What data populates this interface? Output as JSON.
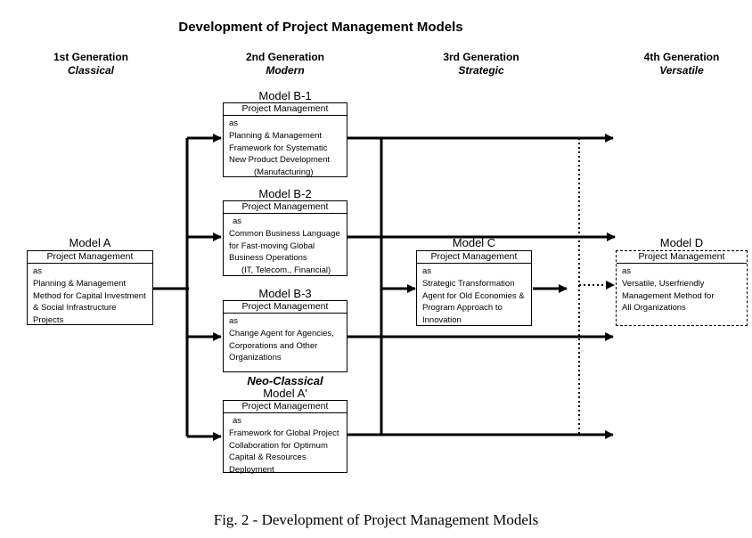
{
  "title": "Development of Project Management Models",
  "caption": "Fig. 2 - Development of Project Management Models",
  "generations": [
    {
      "name": "1st Generation",
      "sub": "Classical"
    },
    {
      "name": "2nd Generation",
      "sub": "Modern"
    },
    {
      "name": "3rd Generation",
      "sub": "Strategic"
    },
    {
      "name": "4th Generation",
      "sub": "Versatile"
    }
  ],
  "models": {
    "a": {
      "label": "Model A",
      "header": "Project Management",
      "lines": [
        "as",
        "Planning & Management",
        "Method for Capital Investment",
        "& Social Infrastructure",
        "Projects"
      ]
    },
    "b1": {
      "label": "Model B-1",
      "header": "Project Management",
      "lines": [
        "as",
        "Planning & Management",
        "Framework for Systematic",
        "New Product Development",
        "(Manufacturing)"
      ]
    },
    "b2": {
      "label": "Model B-2",
      "header": "Project Management",
      "lines": [
        "as",
        "Common Business Language",
        "for Fast-moving Global",
        "Business Operations",
        "(IT, Telecom., Financial)"
      ]
    },
    "b3": {
      "label": "Model B-3",
      "header": "Project Management",
      "lines": [
        "as",
        "Change Agent for Agencies,",
        "Corporations and Other",
        "Organizations"
      ]
    },
    "a_prime": {
      "neo": "Neo-Classical",
      "label": "Model A'",
      "header": "Project Management",
      "lines": [
        "as",
        "Framework for Global Project",
        "Collaboration for Optimum",
        "Capital & Resources",
        "Deployment"
      ]
    },
    "c": {
      "label": "Model C",
      "header": "Project Management",
      "lines": [
        "as",
        "Strategic Transformation",
        "Agent for Old Economies &",
        "Program Approach to",
        "Innovation"
      ]
    },
    "d": {
      "label": "Model D",
      "header": "Project Management",
      "lines": [
        "as",
        "Versatile, Userfriendly",
        "Management Method for",
        "All Organizations"
      ]
    }
  }
}
